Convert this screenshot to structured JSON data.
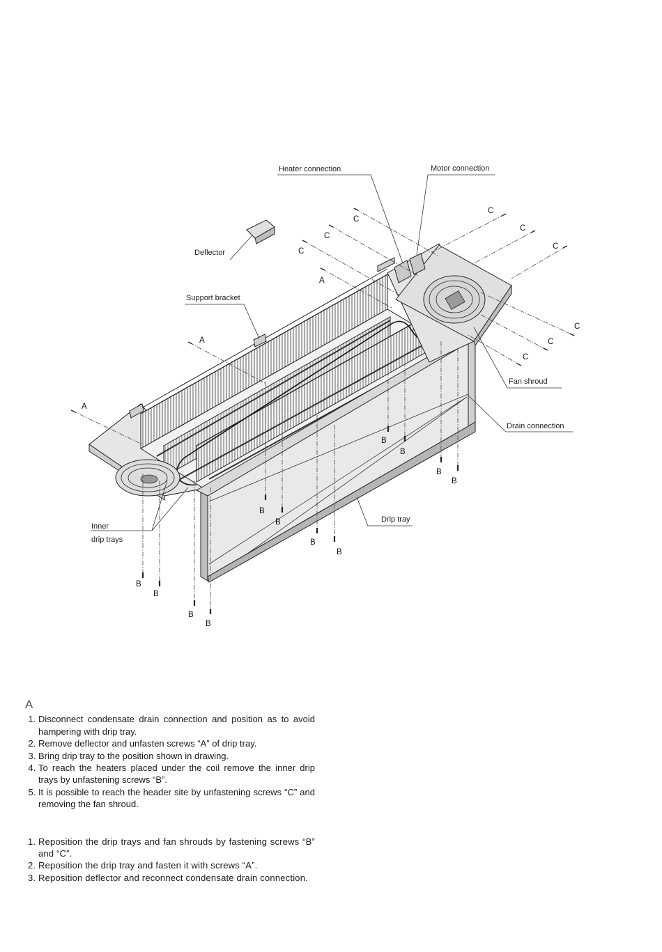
{
  "labels": {
    "heater_connection": "Heater connection",
    "motor_connection": "Motor connection",
    "deflector": "Deflector",
    "support_bracket": "Support bracket",
    "fan_shroud": "Fan shroud",
    "drain_connection": "Drain connection",
    "inner_line1": "Inner",
    "inner_line2": "drip trays",
    "drip_tray": "Drip tray"
  },
  "screw_letters": {
    "a": "A",
    "b": "B",
    "c": "C"
  },
  "instructions": {
    "heading": "A",
    "removal_steps": [
      "Disconnect condensate drain connection and position as to avoid hampering with drip tray.",
      "Remove deflector and unfasten screws “A” of drip tray.",
      "Bring drip tray to the position shown in drawing.",
      "To reach the heaters placed under the coil remove the inner drip trays by unfastening screws “B”.",
      "It is possible to reach the header site by unfastening screws “C” and removing the fan shroud."
    ],
    "reassembly_steps": [
      "Reposition the drip trays and fan shrouds by fastening screws “B” and “C”.",
      "Reposition the drip tray and fasten it with screws “A”.",
      "Reposition deflector and reconnect condensate drain connection."
    ]
  },
  "colors": {
    "panel": "#ebebeb",
    "panel_dark": "#bdbdbd",
    "line": "#222222"
  }
}
